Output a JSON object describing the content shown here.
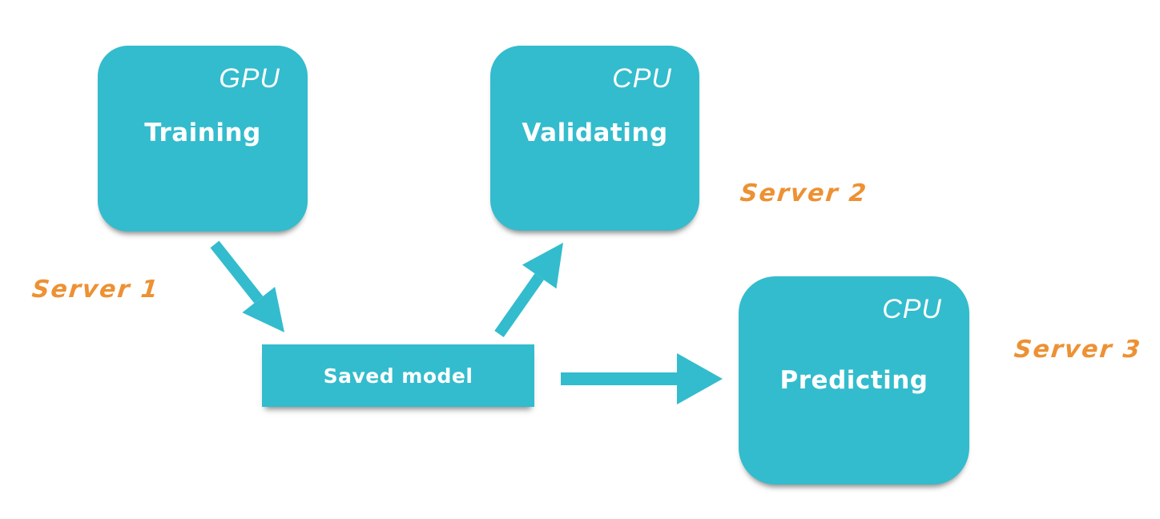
{
  "diagram": {
    "colors": {
      "node": "#33bccd",
      "label": "#ed9133",
      "text": "#ffffff"
    },
    "nodes": [
      {
        "id": "training",
        "title": "Training",
        "processor": "GPU",
        "server": "Server 1"
      },
      {
        "id": "validating",
        "title": "Validating",
        "processor": "CPU",
        "server": "Server 2"
      },
      {
        "id": "predicting",
        "title": "Predicting",
        "processor": "CPU",
        "server": "Server 3"
      },
      {
        "id": "saved-model",
        "title": "Saved model"
      }
    ],
    "server_labels": [
      "Server 1",
      "Server 2",
      "Server 3"
    ],
    "edges": [
      {
        "from": "training",
        "to": "saved-model"
      },
      {
        "from": "saved-model",
        "to": "validating"
      },
      {
        "from": "saved-model",
        "to": "predicting"
      }
    ]
  }
}
